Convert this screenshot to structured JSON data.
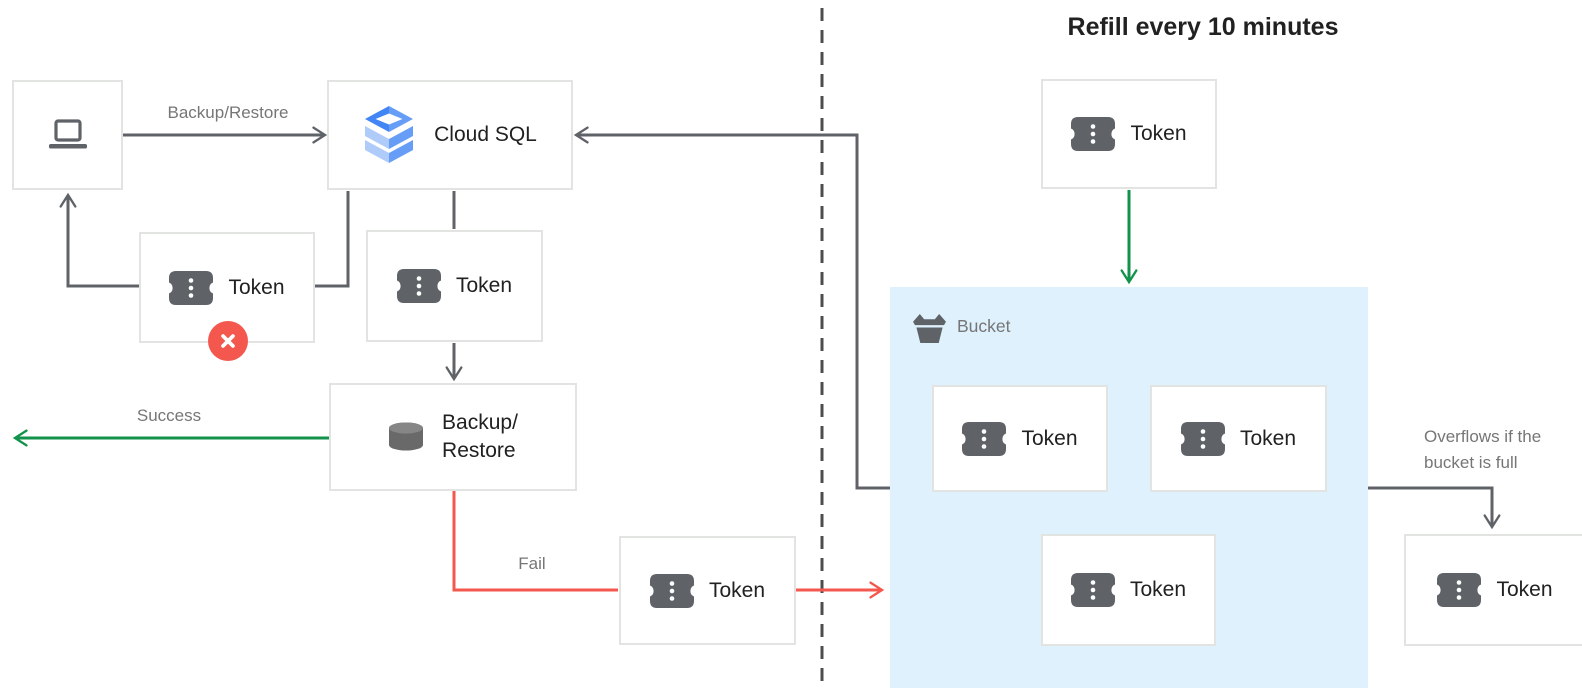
{
  "title": "Refill every 10 minutes",
  "labels": {
    "token": "Token",
    "cloud_sql": "Cloud SQL",
    "backup_restore_box": [
      "Backup/",
      "Restore"
    ],
    "bucket": "Bucket"
  },
  "edge_labels": {
    "backup_restore": "Backup/Restore",
    "success": "Success",
    "fail": "Fail",
    "overflow": [
      "Overflows if the",
      "bucket is full"
    ]
  },
  "icons": {
    "client": "laptop-icon",
    "database_product": "cloud-sql-icon",
    "token": "ticket-icon",
    "backup": "database-cylinder-icon",
    "bucket": "bucket-icon",
    "denied": "error-x-icon"
  },
  "colors": {
    "green": "#12924a",
    "red": "#f4574d",
    "line_gray": "#5f6368",
    "dash_gray": "#4d4d4d",
    "bucket_fill": "#def1fc",
    "icon_blue": "#4285f4",
    "label_gray": "#767676",
    "text_dark": "#212121",
    "border_gray": "#e2e4e2"
  }
}
